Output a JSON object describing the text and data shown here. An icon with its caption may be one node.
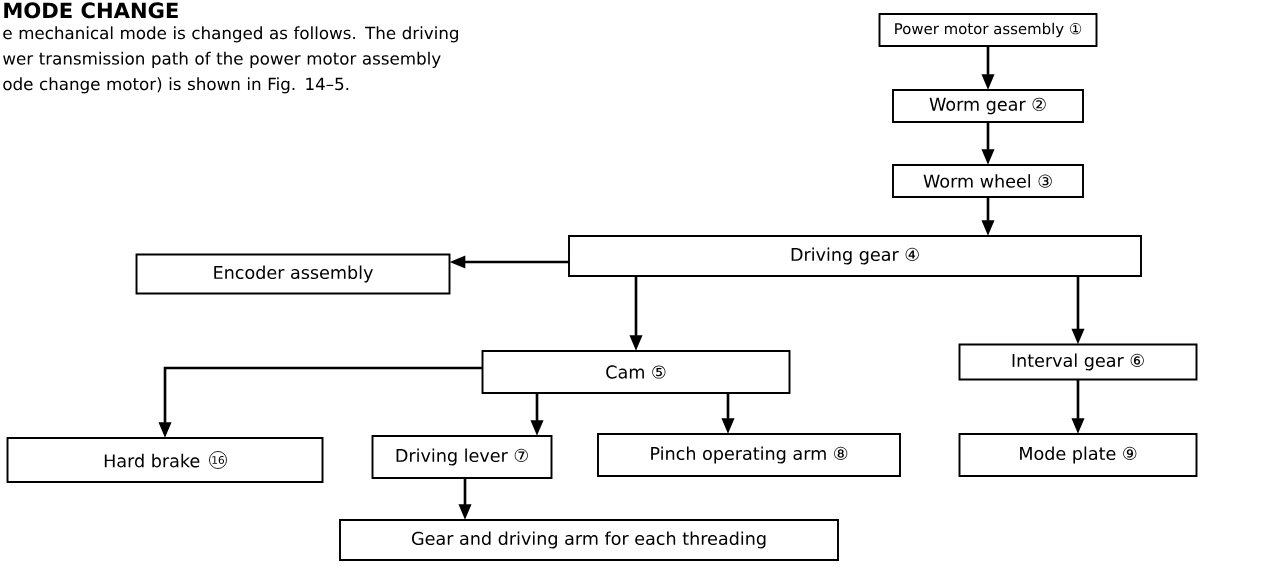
{
  "diagram": {
    "title": "MODE CHANGE",
    "nodes": [
      {
        "text": [
          "Power motor assembly ①"
        ]
      },
      {
        "text": [
          "Worm gear ②"
        ]
      },
      {
        "text": [
          "Worm wheel ③"
        ]
      },
      {
        "text": [
          "Driving gear ④"
        ]
      },
      {
        "text": [
          "Encoder assembly"
        ]
      },
      {
        "text": [
          "Cam ⑤"
        ]
      },
      {
        "text": [
          "Interval gear ⑥"
        ]
      },
      {
        "text": [
          "Hard brake"
        ]
      },
      {
        "text": [
          "Driving lever ⑦"
        ]
      },
      {
        "text": [
          "Pinch operating arm ⑧"
        ]
      },
      {
        "text": [
          "Mode plate ⑨"
        ]
      },
      {
        "text": [
          "Gear and driving arm for each threading"
        ]
      }
    ],
    "edges": [
      {
        "from": 0,
        "to": 1,
        "arrow": "to"
      },
      {
        "from": 1,
        "to": 2,
        "arrow": "to"
      },
      {
        "from": 2,
        "to": 3,
        "arrow": "to"
      },
      {
        "from": 3,
        "to": 4,
        "arrow": "to"
      },
      {
        "from": 3,
        "to": 5,
        "arrow": "to"
      },
      {
        "from": 3,
        "to": 6,
        "arrow": "to"
      },
      {
        "from": 5,
        "to": 7,
        "arrow": "to"
      },
      {
        "from": 5,
        "to": 8,
        "arrow": "to"
      },
      {
        "from": 5,
        "to": 9,
        "arrow": "to"
      },
      {
        "from": 6,
        "to": 10,
        "arrow": "to"
      },
      {
        "from": 8,
        "to": 11,
        "arrow": "to"
      }
    ],
    "labels": [
      "e mechanical mode is changed as follows. The driving wer transmission path of the power motor assembly ode change motor) is shown in Fig. 14–5.",
      "16"
    ]
  }
}
